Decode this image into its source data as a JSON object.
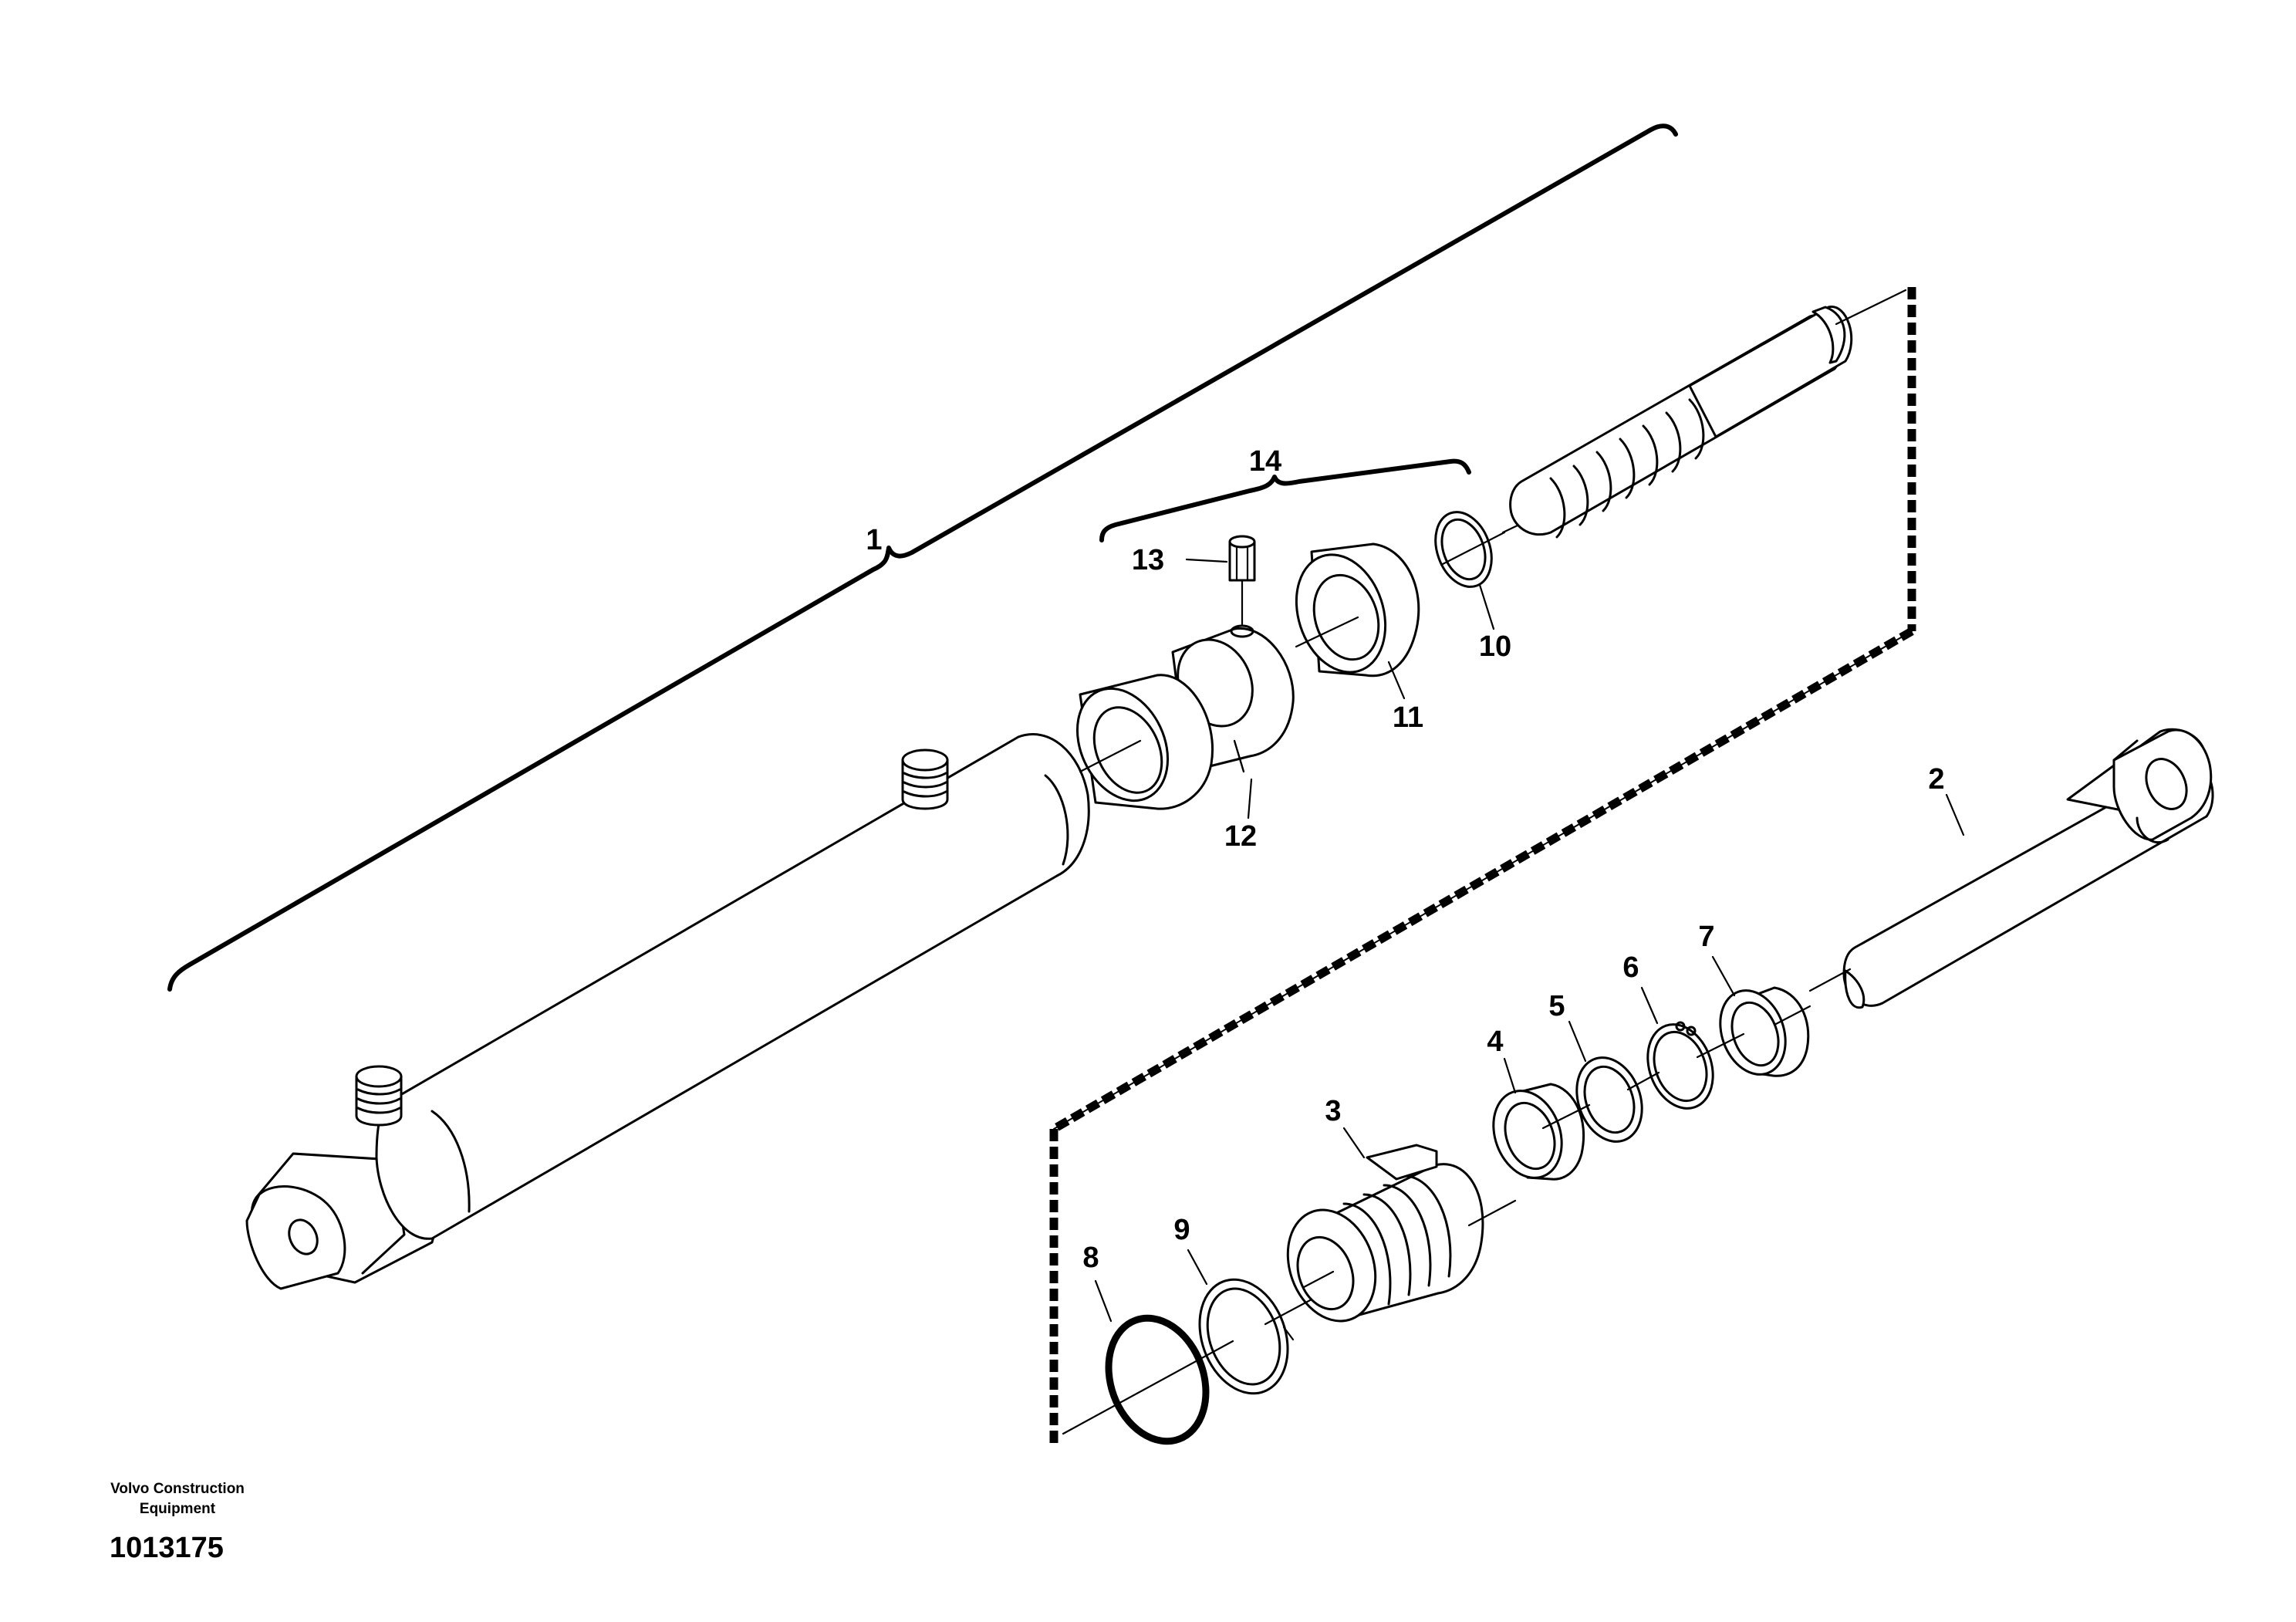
{
  "drawing": {
    "part_labels": {
      "p1": "1",
      "p2": "2",
      "p3": "3",
      "p4": "4",
      "p5": "5",
      "p6": "6",
      "p7": "7",
      "p8": "8",
      "p9": "9",
      "p10": "10",
      "p11": "11",
      "p12": "12",
      "p13": "13",
      "p14": "14"
    }
  },
  "footer": {
    "maker_line1": "Volvo Construction",
    "maker_line2": "Equipment",
    "document_number": "1013175"
  }
}
